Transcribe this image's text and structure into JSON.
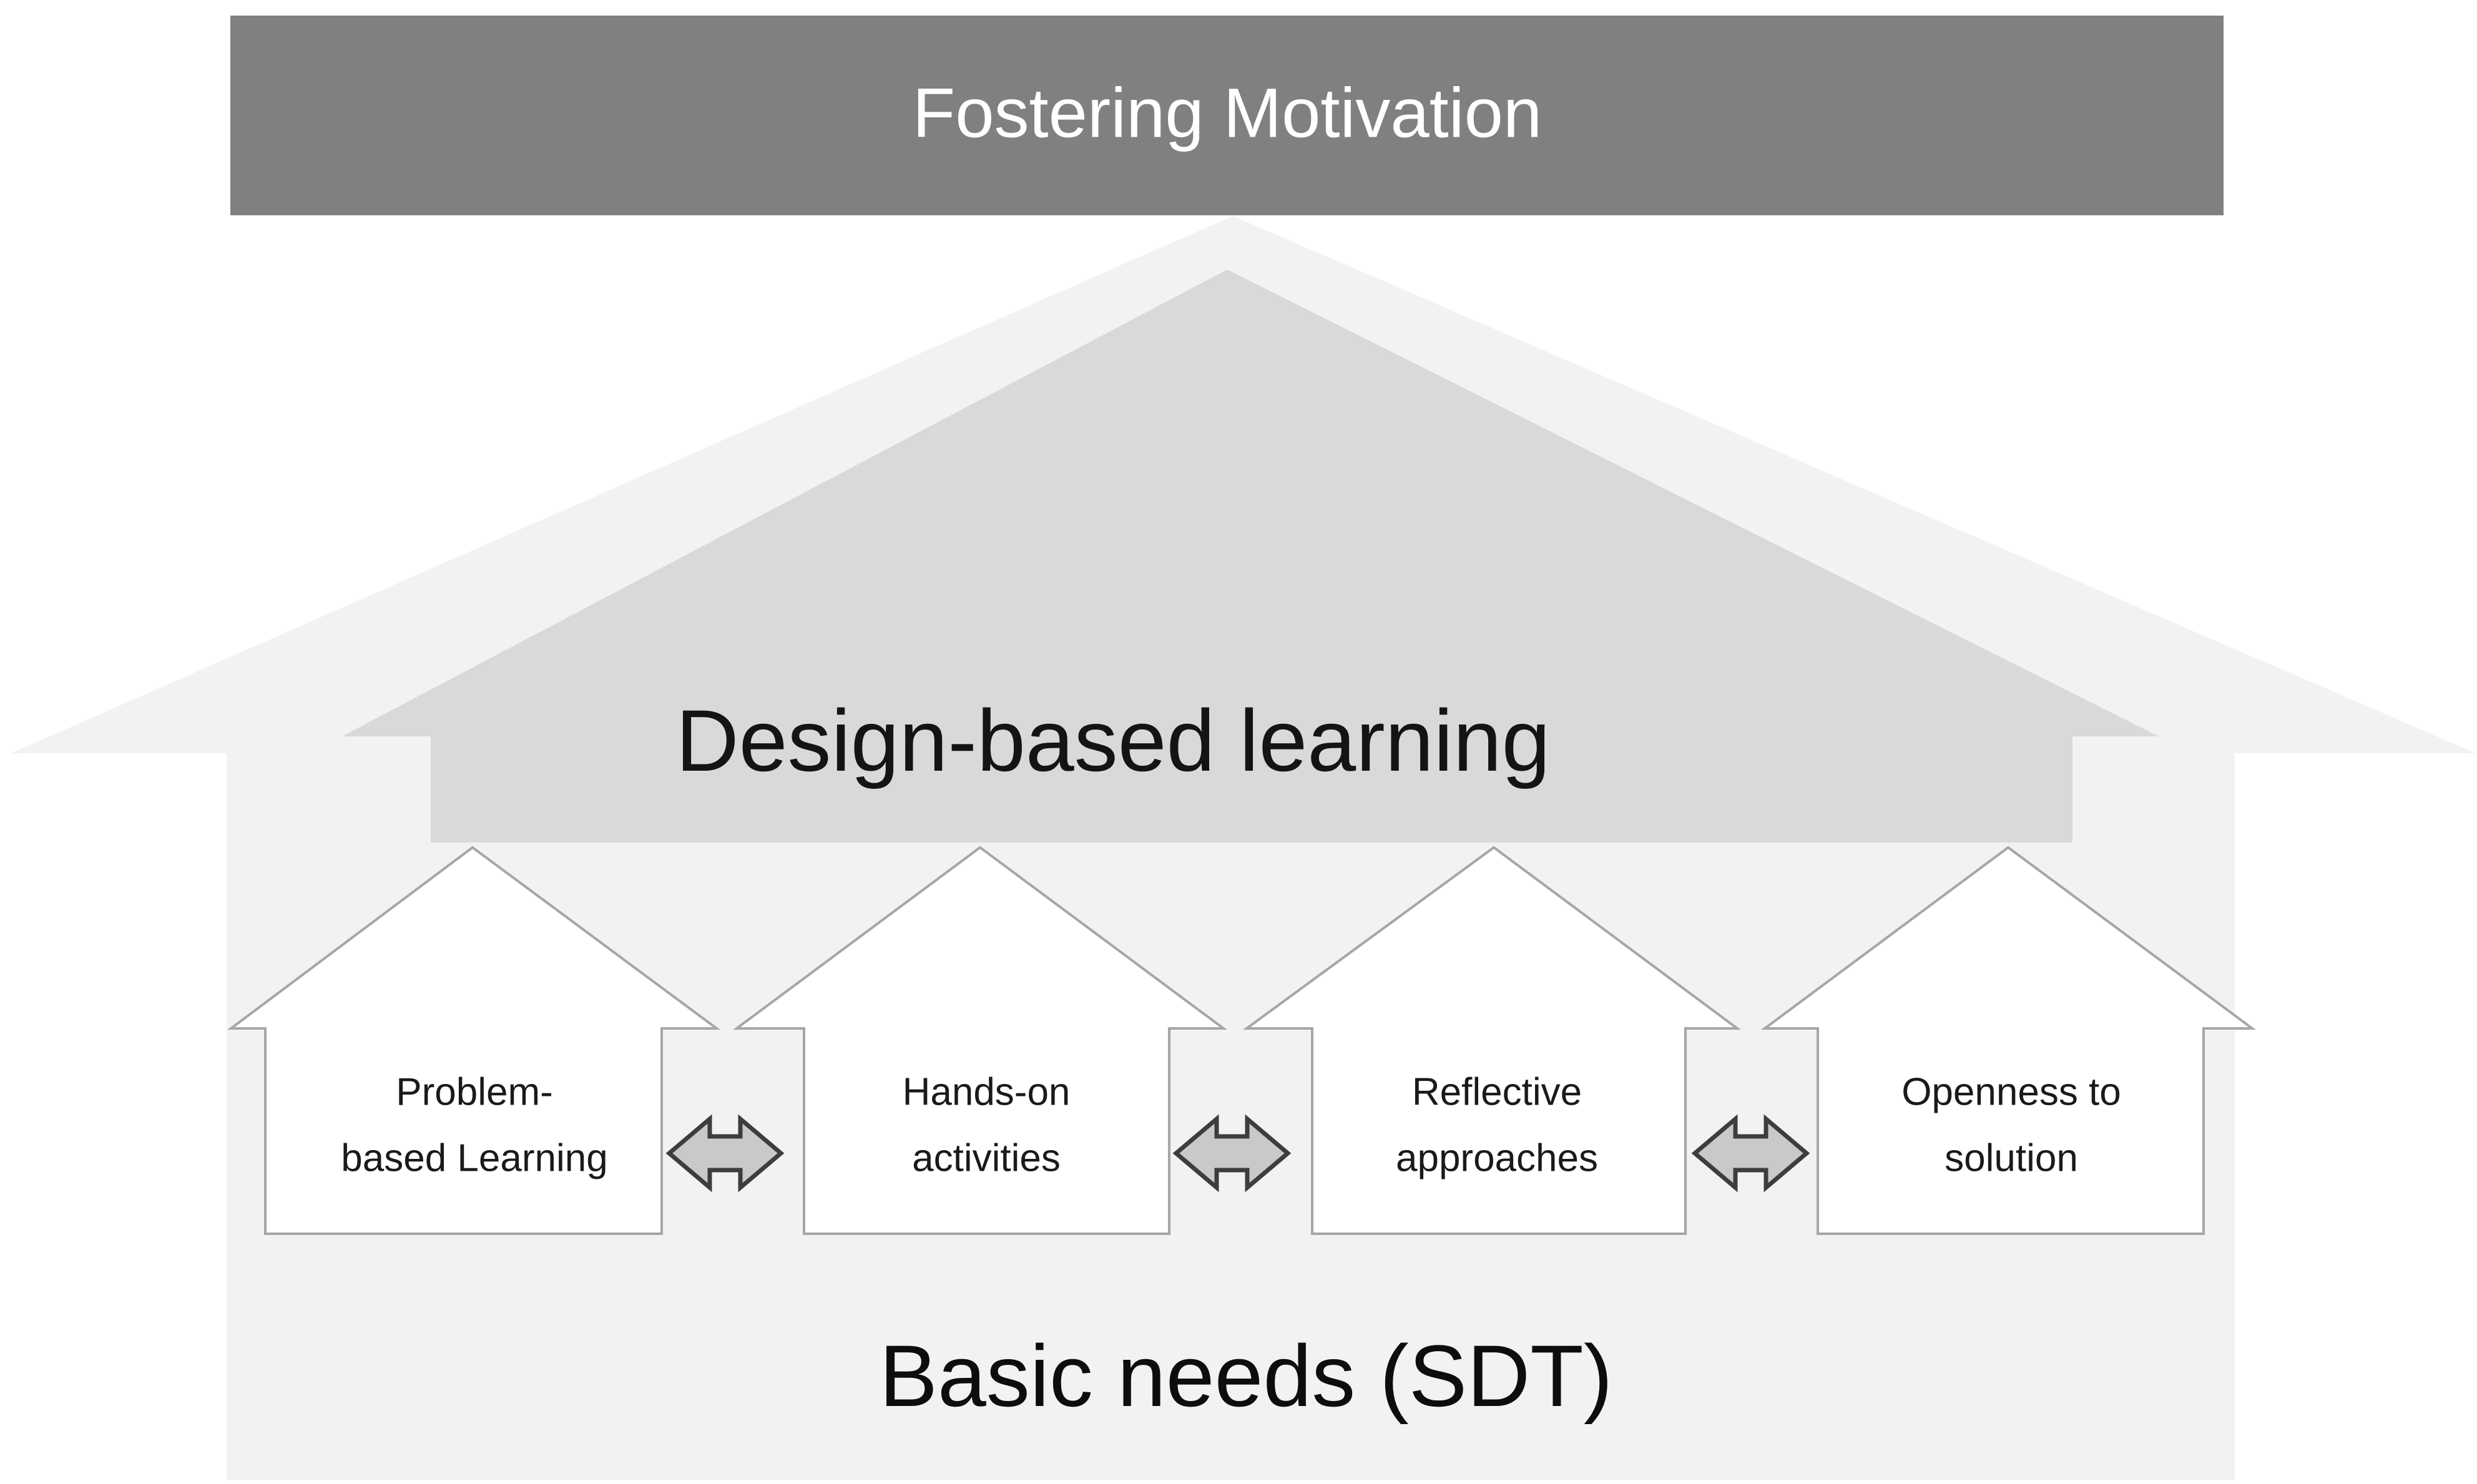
{
  "diagram": {
    "title": "Fostering Motivation",
    "header": {
      "label": "Fostering Motivation",
      "fill": "#808080",
      "text_color": "#ffffff"
    },
    "upward_arrow_outer": {
      "name": "outer-upward-arrow",
      "fill": "#f2f2f2"
    },
    "upward_arrow_inner": {
      "name": "design-based-learning-arrow",
      "label": "Design-based learning",
      "fill": "#d9d9d9",
      "text_color": "#141414"
    },
    "base": {
      "label": "Basic needs (SDT)",
      "fill": "#f2f2f2",
      "text_color": "#0d0d0d"
    },
    "pillars": [
      {
        "id": "problem-based-learning",
        "line1": "Problem-",
        "line2": "based Learning",
        "fill": "#ffffff",
        "stroke": "#a6a6a6"
      },
      {
        "id": "hands-on-activities",
        "line1": "Hands-on",
        "line2": "activities",
        "fill": "#ffffff",
        "stroke": "#a6a6a6"
      },
      {
        "id": "reflective-approaches",
        "line1": "Reflective",
        "line2": "approaches",
        "fill": "#ffffff",
        "stroke": "#a6a6a6"
      },
      {
        "id": "openness-to-solution",
        "line1": "Openness to",
        "line2": "solution",
        "fill": "#ffffff",
        "stroke": "#a6a6a6"
      }
    ],
    "connectors": [
      {
        "id": "connector-1",
        "icon": "double-headed-arrow-icon",
        "fill": "#c9c9c9",
        "stroke": "#3d3d3d"
      },
      {
        "id": "connector-2",
        "icon": "double-headed-arrow-icon",
        "fill": "#c9c9c9",
        "stroke": "#3d3d3d"
      },
      {
        "id": "connector-3",
        "icon": "double-headed-arrow-icon",
        "fill": "#c9c9c9",
        "stroke": "#3d3d3d"
      }
    ]
  }
}
